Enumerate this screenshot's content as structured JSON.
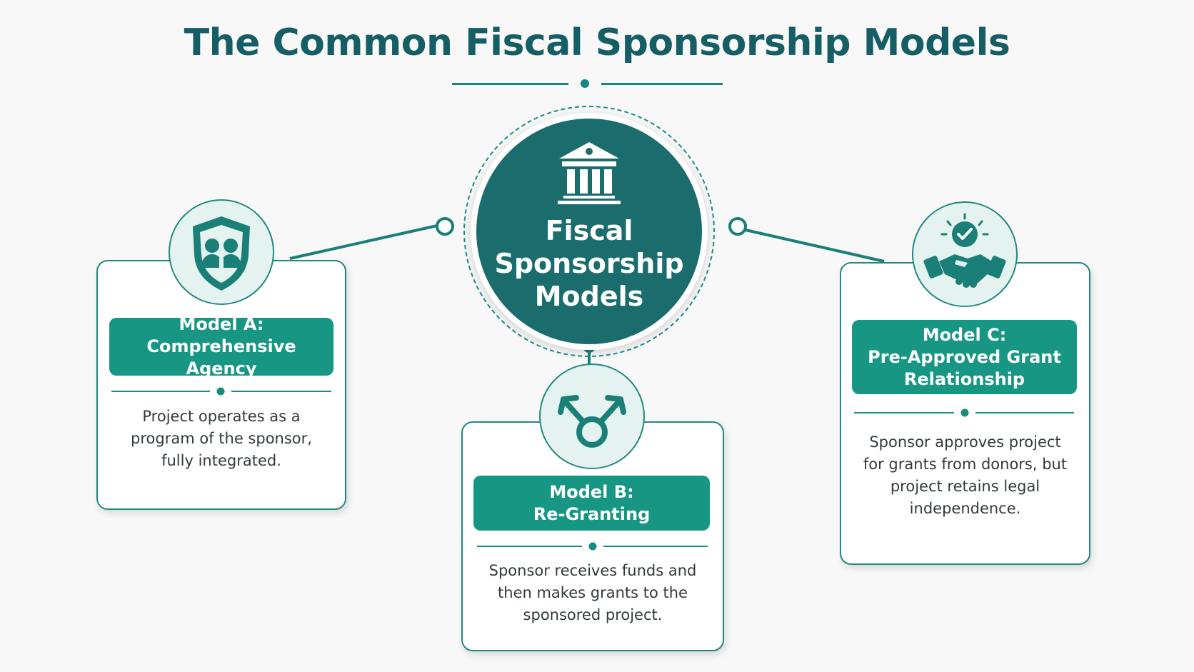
{
  "title": "The Common Fiscal Sponsorship Models",
  "hub": {
    "label_lines": [
      "Fiscal",
      "Sponsorship",
      "Models"
    ],
    "icon": "bank-building-icon"
  },
  "models": [
    {
      "title_lines": [
        "Model A:",
        "Comprehensive Agency"
      ],
      "description_lines": [
        "Project operates as a",
        "program of the sponsor,",
        "fully integrated."
      ],
      "icon": "shield-people-icon"
    },
    {
      "title_lines": [
        "Model B:",
        "Re-Granting"
      ],
      "description_lines": [
        "Sponsor receives funds and",
        "then makes grants to the",
        "sponsored project."
      ],
      "icon": "split-arrows-icon"
    },
    {
      "title_lines": [
        "Model C:",
        "Pre-Approved Grant",
        "Relationship"
      ],
      "description_lines": [
        "Sponsor approves project",
        "for grants from donors, but",
        "project retains legal",
        "independence."
      ],
      "icon": "handshake-check-icon"
    }
  ],
  "colors": {
    "primary_dark": "#1b6c6c",
    "accent": "#179684",
    "title": "#155e66",
    "icon_bg": "#e4f3ef"
  }
}
